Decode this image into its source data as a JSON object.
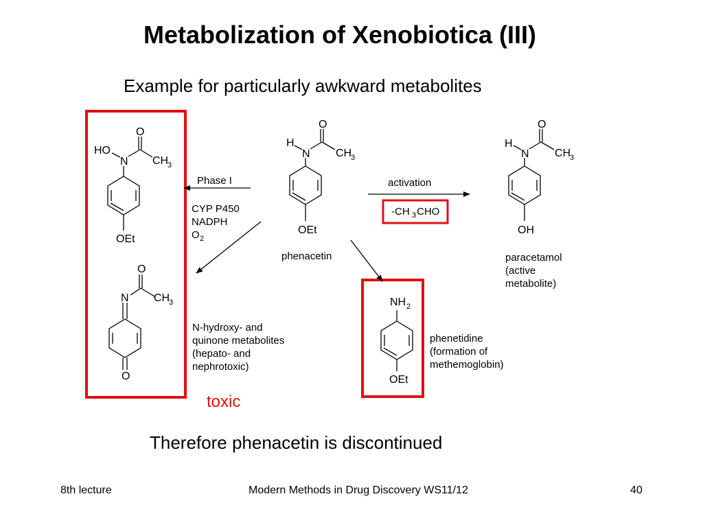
{
  "slide": {
    "title": "Metabolization of Xenobiotica (III)",
    "subtitle": "Example for particularly awkward metabolites",
    "toxic_label": "toxic",
    "conclusion": "Therefore phenacetin is discontinued"
  },
  "atoms": {
    "H": "H",
    "N": "N",
    "O": "O",
    "CH": "CH",
    "three": "3",
    "two": "2",
    "OEt": "OEt",
    "OH": "OH",
    "HO": "HO",
    "NH": "NH"
  },
  "labels": {
    "phenacetin": "phenacetin",
    "phase": "Phase I",
    "enzyme": "CYP P450",
    "cofactor": "NADPH",
    "oxygen_o": "O",
    "oxygen_sub": "2",
    "activation": "activation",
    "cleaved_prefix": "-CH",
    "cleaved_sub": "3",
    "cleaved_suffix": "CHO",
    "paracetamol": [
      "paracetamol",
      "(active",
      "metabolite)"
    ],
    "phenetidine": [
      "phenetidine",
      "(formation of",
      "methemoglobin)"
    ],
    "toxic_metabolites": [
      "N-hydroxy- and",
      "quinone metabolites",
      "(hepato- and",
      "nephrotoxic)"
    ]
  },
  "colors": {
    "highlight": "#e01010",
    "ink": "#000000"
  },
  "footer": {
    "left": "8th lecture",
    "center": "Modern Methods in Drug Discovery WS11/12",
    "right": "40"
  }
}
